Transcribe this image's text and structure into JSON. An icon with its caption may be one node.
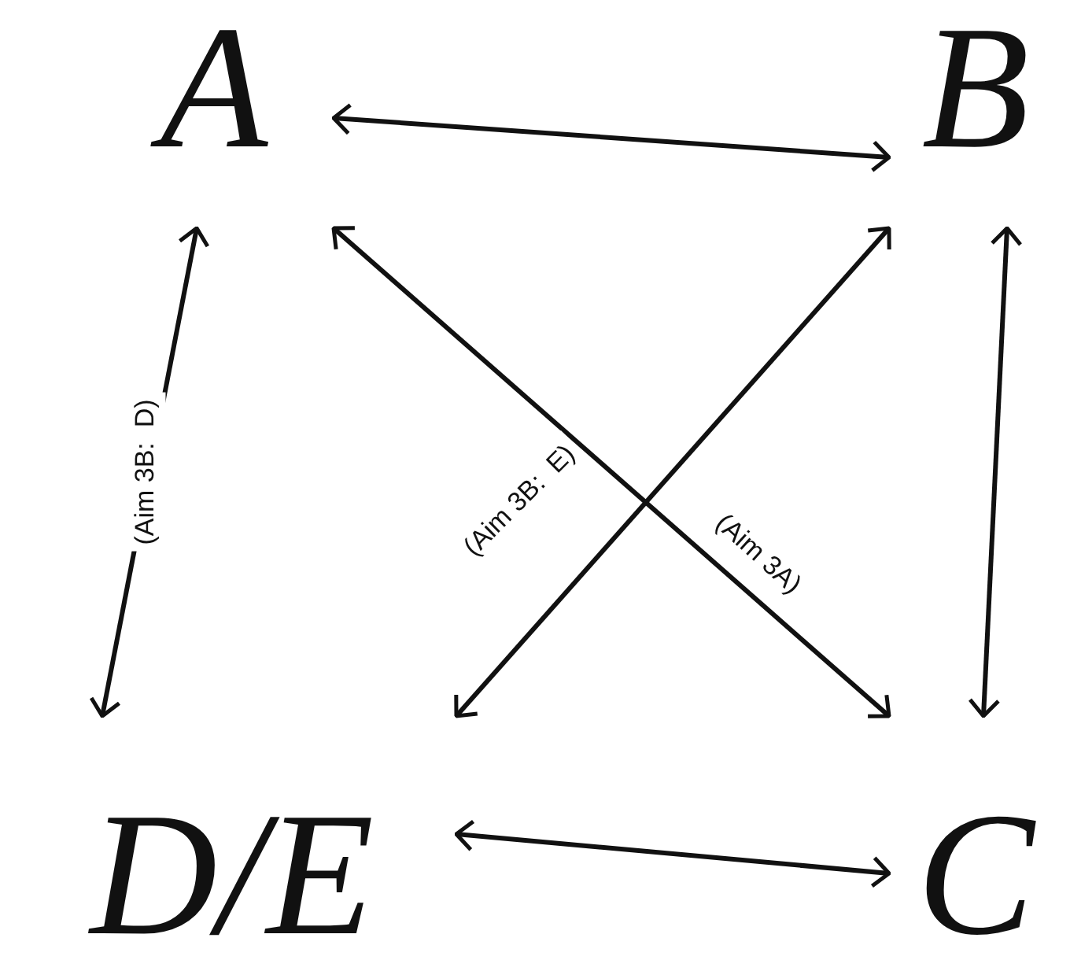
{
  "diagram": {
    "nodes": [
      {
        "text": [
          "A"
        ]
      },
      {
        "text": [
          "B"
        ]
      },
      {
        "text": [
          "D/E"
        ]
      },
      {
        "text": [
          "C"
        ]
      }
    ],
    "edges": [
      {
        "from": 0,
        "to": 1,
        "arrow": "both"
      },
      {
        "from": 0,
        "to": 2,
        "arrow": "both",
        "label": "(Aim 3B:  D)"
      },
      {
        "from": 1,
        "to": 3,
        "arrow": "both"
      },
      {
        "from": 0,
        "to": 3,
        "arrow": "both",
        "label": "(Aim 3A)"
      },
      {
        "from": 1,
        "to": 2,
        "arrow": "both",
        "label": "(Aim 3B:  E)"
      },
      {
        "from": 2,
        "to": 3,
        "arrow": "both"
      }
    ]
  }
}
